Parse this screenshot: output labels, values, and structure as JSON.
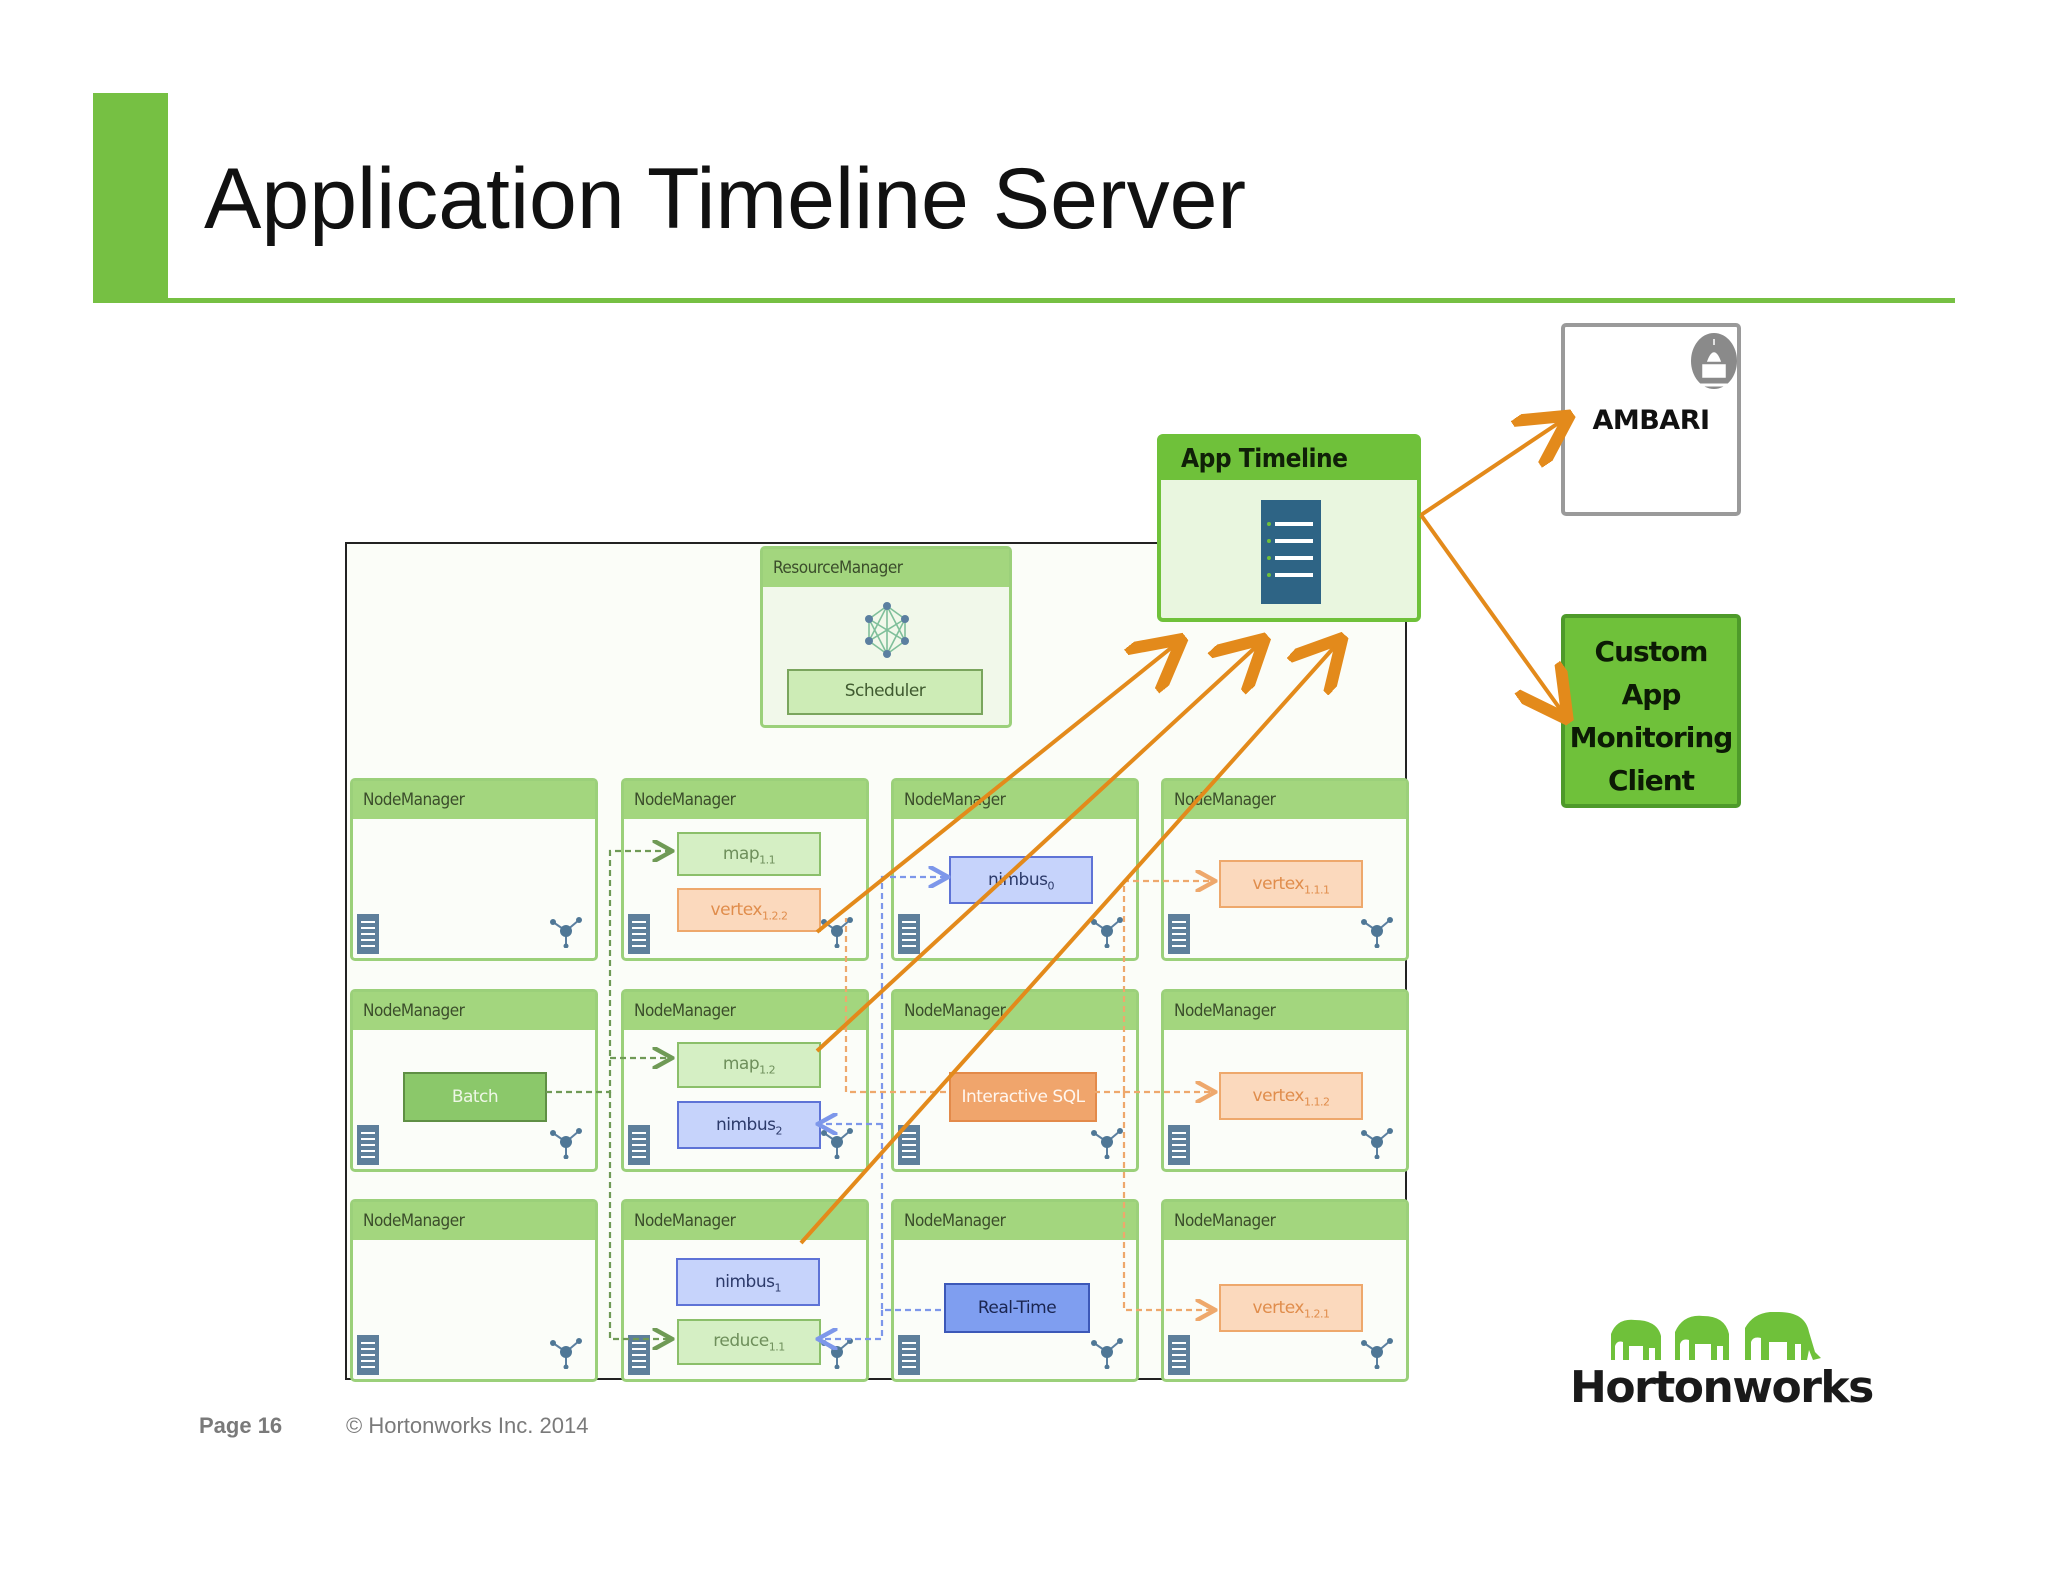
{
  "slide": {
    "title": "Application Timeline Server",
    "page_label": "Page 16",
    "copyright": "© Hortonworks Inc. 2014",
    "brand_name": "Hortonworks"
  },
  "resource_manager": {
    "label": "ResourceManager",
    "scheduler_label": "Scheduler"
  },
  "node_manager_label": "NodeManager",
  "containers": {
    "map_1_1": {
      "base": "map",
      "sub": "1.1"
    },
    "vertex_1_2_2": {
      "base": "vertex",
      "sub": "1.2.2"
    },
    "nimbus_0": {
      "base": "nimbus",
      "sub": "0"
    },
    "vertex_1_1_1": {
      "base": "vertex",
      "sub": "1.1.1"
    },
    "batch": "Batch",
    "map_1_2": {
      "base": "map",
      "sub": "1.2"
    },
    "nimbus_2": {
      "base": "nimbus",
      "sub": "2"
    },
    "interactive_sql": "Interactive SQL",
    "vertex_1_1_2": {
      "base": "vertex",
      "sub": "1.1.2"
    },
    "nimbus_1": {
      "base": "nimbus",
      "sub": "1"
    },
    "reduce_1_1": {
      "base": "reduce",
      "sub": "1.1"
    },
    "real_time": "Real-Time",
    "vertex_1_2_1": {
      "base": "vertex",
      "sub": "1.2.1"
    }
  },
  "app_timeline": {
    "label": "App Timeline"
  },
  "ambari": {
    "label": "AMBARI"
  },
  "custom_client": {
    "line1": "Custom",
    "line2": "App",
    "line3": "Monitoring",
    "line4": "Client"
  },
  "colors": {
    "accent_green": "#76c043",
    "arrow_orange": "#e38a1b",
    "doc_blue": "#2e6485"
  },
  "icons": [
    "server-doc-icon",
    "network-node-icon",
    "ambari-logo-icon",
    "elephant-logo-icon"
  ]
}
